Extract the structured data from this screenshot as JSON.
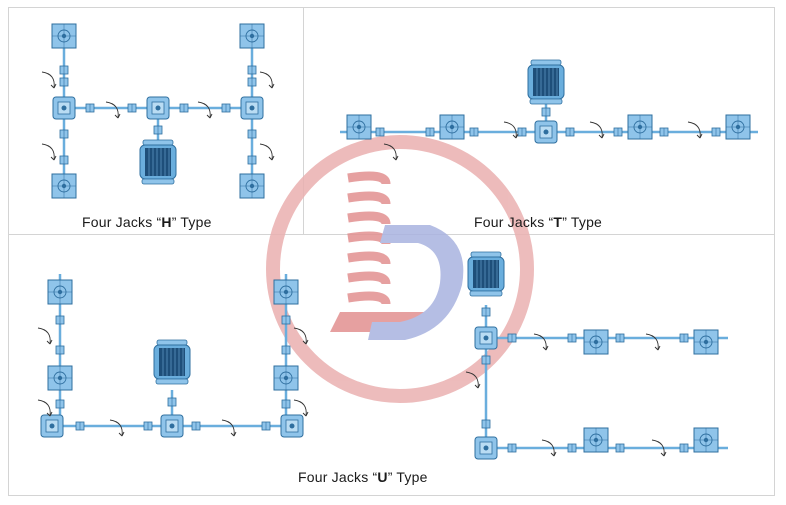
{
  "captions": {
    "h_type": {
      "prefix": "Four Jacks “",
      "letter": "H",
      "suffix": "” Type"
    },
    "t_type": {
      "prefix": "Four Jacks “",
      "letter": "T",
      "suffix": "” Type"
    },
    "u_type": {
      "prefix": "Four Jacks “",
      "letter": "U",
      "suffix": "” Type"
    }
  },
  "colors": {
    "component_fill": "#8fc4ea",
    "component_stroke": "#2f6f9f",
    "shaft": "#6aaedd",
    "motor_dark": "#1e4f7a",
    "watermark_ring": "#e8a0a0",
    "watermark_spring": "#e29090",
    "watermark_letter": "#a9b3e0"
  }
}
